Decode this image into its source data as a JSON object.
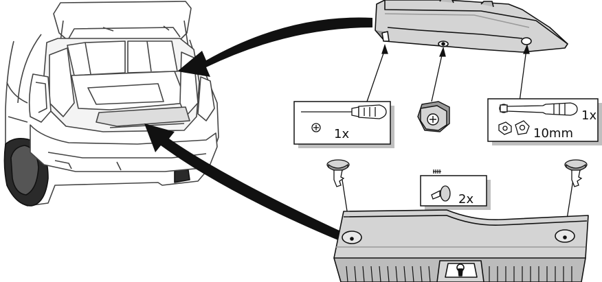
{
  "callouts": {
    "screwdriver_qty": "1x",
    "wrench_qty": "1x",
    "wrench_size": "10mm",
    "clip_qty": "2x"
  },
  "colors": {
    "line": "#111111",
    "trim_fill": "#d4d4d4",
    "trim_shade": "#9a9a9a",
    "box_shadow": "#bfbfbf",
    "car_line": "#444444"
  },
  "icons": [
    "car-outline-icon",
    "upper-trim-panel-icon",
    "lower-trim-panel-icon",
    "screwdriver-icon",
    "ratchet-wrench-icon",
    "socket-icon",
    "cap-nut-icon",
    "push-clip-icon",
    "arrow-icon"
  ]
}
